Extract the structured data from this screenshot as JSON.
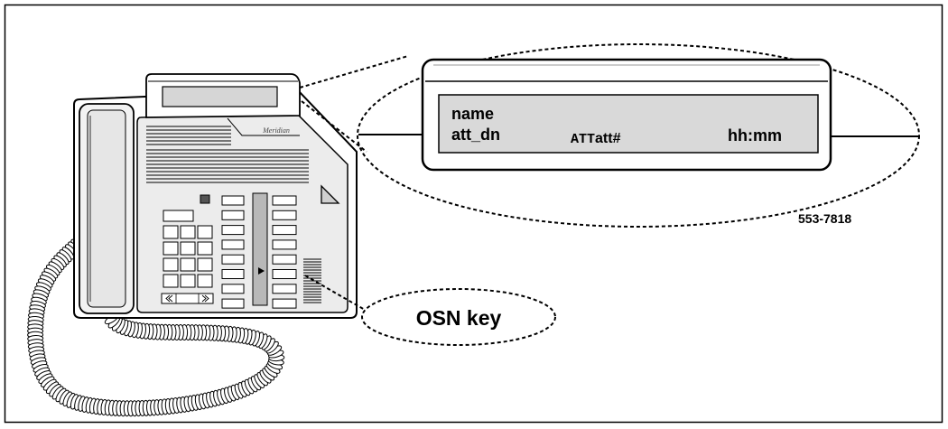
{
  "phone": {
    "brand_label": "Meridian"
  },
  "display_callout": {
    "line1": "name",
    "line2_left": "att_dn",
    "line2_center_prefix": "ATT",
    "line2_center_suffix": "att#",
    "line2_right": "hh:mm"
  },
  "key_callout": {
    "label": "OSN key"
  },
  "figure_number": "553-7818"
}
